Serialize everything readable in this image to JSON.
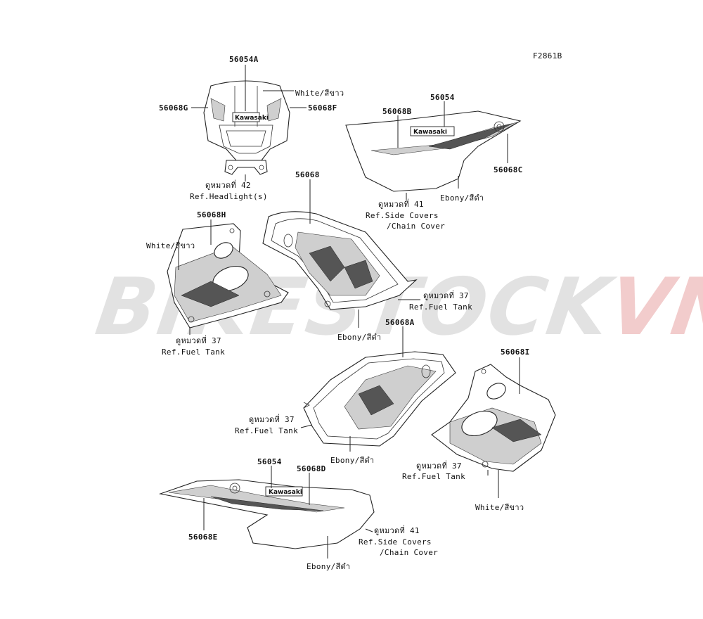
{
  "figure_code": "F2861B",
  "watermark": {
    "part1": "BIKESTOCK",
    "part2": "VN"
  },
  "logo_text": "Kawasaki",
  "parts": {
    "p56054A": "56054A",
    "p56068G": "56068G",
    "p56068F": "56068F",
    "p56054_top": "56054",
    "p56068B": "56068B",
    "p56068C": "56068C",
    "p56068": "56068",
    "p56068H": "56068H",
    "p56068A": "56068A",
    "p56068I": "56068I",
    "p56054_bottom": "56054",
    "p56068D": "56068D",
    "p56068E": "56068E"
  },
  "colors": {
    "white_headlight": "White/สีขาว",
    "ebony_sidecover_top": "Ebony/สีดำ",
    "white_tank_left": "White/สีขาว",
    "ebony_tank_center": "Ebony/สีดำ",
    "ebony_tank_lower": "Ebony/สีดำ",
    "white_tank_right": "White/สีขาว",
    "ebony_sidecover_bottom": "Ebony/สีดำ"
  },
  "refs": {
    "headlight": {
      "thai": "ดูหมวดที่ 42",
      "line1": "Ref.Headlight(s)"
    },
    "side_covers_top": {
      "thai": "ดูหมวดที่ 41",
      "line1": "Ref.Side Covers",
      "line2": "/Chain Cover"
    },
    "fuel_tank_center": {
      "thai": "ดูหมวดที่ 37",
      "line1": "Ref.Fuel Tank"
    },
    "fuel_tank_left": {
      "thai": "ดูหมวดที่ 37",
      "line1": "Ref.Fuel Tank"
    },
    "fuel_tank_lower": {
      "thai": "ดูหมวดที่ 37",
      "line1": "Ref.Fuel Tank"
    },
    "fuel_tank_right": {
      "thai": "ดูหมวดที่ 37",
      "line1": "Ref.Fuel Tank"
    },
    "side_covers_bottom": {
      "thai": "ดูหมวดที่ 41",
      "line1": "Ref.Side Covers",
      "line2": "/Chain Cover"
    }
  }
}
